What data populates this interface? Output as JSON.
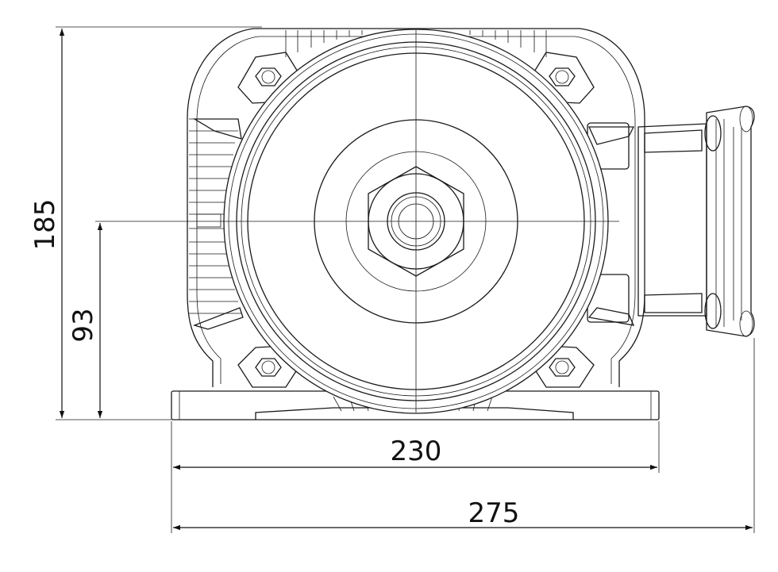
{
  "dimensions": {
    "overall_height": "185",
    "shaft_height": "93",
    "foot_width": "230",
    "overall_width": "275"
  },
  "colors": {
    "line": "#1a1a1a",
    "background": "#ffffff"
  }
}
